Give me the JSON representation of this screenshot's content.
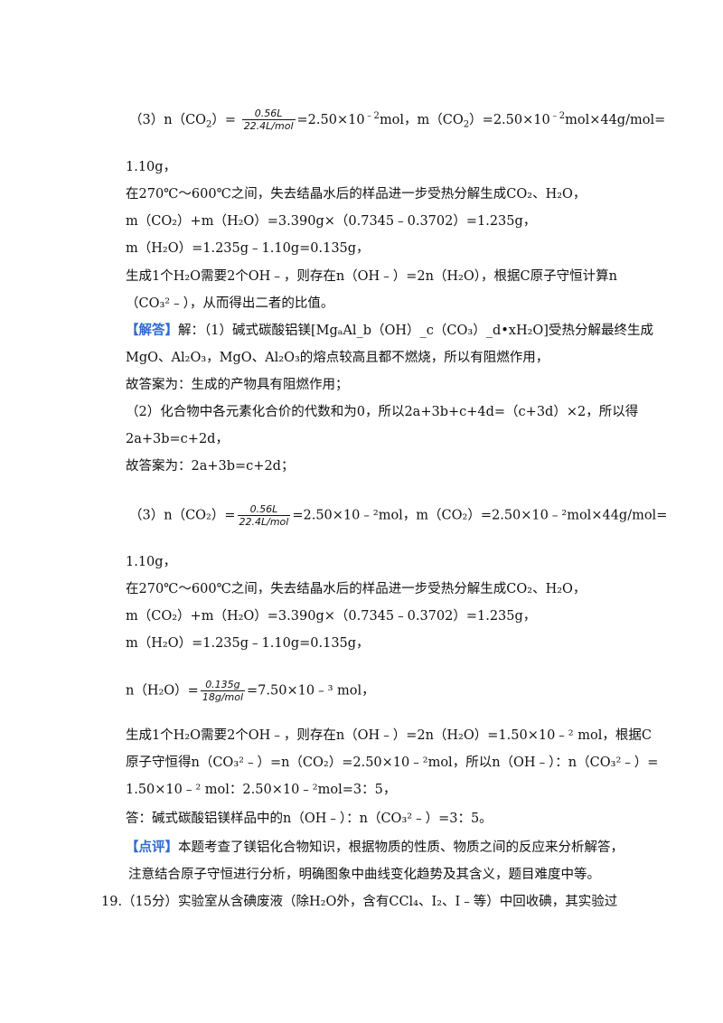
{
  "block1": {
    "l1_pre": "（3）n（CO",
    "l1_mid": "）=",
    "frac_num": "0.56L",
    "frac_den": "22.4L/mol",
    "l1_post": "=2.50×10",
    "l1_exp": "﹣2",
    "l1_tail": "mol，m（CO",
    "l1_tail2": "）=2.50×10",
    "l1_exp2": "﹣2",
    "l1_end": "mol×44g/mol=",
    "l2": "1.10g，",
    "l3": "在270℃～600℃之间，失去结晶水后的样品进一步受热分解生成CO₂、H₂O，",
    "l4": "m（CO₂）+m（H₂O）=3.390g×（0.7345﹣0.3702）=1.235g，",
    "l5": "m（H₂O）=1.235g﹣1.10g=0.135g，",
    "l6": "生成1个H₂O需要2个OH﹣，则存在n（OH﹣）=2n（H₂O），根据C原子守恒计算n",
    "l7": "（CO₃²﹣），从而得出二者的比值。"
  },
  "answer": {
    "tag": "【解答】",
    "l1": "解：（1）碱式碳酸铝镁[MgₐAl_b（OH）_c（CO₃）_d•xH₂O]受热分解最终生成",
    "l2": "MgO、Al₂O₃，MgO、Al₂O₃的熔点较高且都不燃烧，所以有阻燃作用，",
    "l3": "故答案为：生成的产物具有阻燃作用；",
    "l4": "（2）化合物中各元素化合价的代数和为0，所以2a+3b+c+4d=（c+3d）×2，所以得",
    "l5": "2a+3b=c+2d，",
    "l6": "故答案为：2a+3b=c+2d；",
    "l7_pre": "（3）n（CO₂）=",
    "frac_num": "0.56L",
    "frac_den": "22.4L/mol",
    "l7_post": "=2.50×10﹣²mol，m（CO₂）=2.50×10﹣²mol×44g/mol=",
    "l8": "1.10g，",
    "l9": "在270℃～600℃之间，失去结晶水后的样品进一步受热分解生成CO₂、H₂O，",
    "l10": "m（CO₂）+m（H₂O）=3.390g×（0.7345﹣0.3702）=1.235g，",
    "l11": "m（H₂O）=1.235g﹣1.10g=0.135g，",
    "l12_pre": "n（H₂O）=",
    "frac2_num": "0.135g",
    "frac2_den": "18g/mol",
    "l12_post": "=7.50×10﹣³ mol，",
    "l13": "生成1个H₂O需要2个OH﹣，则存在n（OH﹣）=2n（H₂O）=1.50×10﹣² mol，根据C",
    "l14": "原子守恒得n（CO₃²﹣）=n（CO₂）=2.50×10﹣²mol，所以n（OH﹣）：n（CO₃²﹣）=",
    "l15": "1.50×10﹣² mol：2.50×10﹣²mol=3：5，",
    "l16": "答：碱式碳酸铝镁样品中的n（OH﹣）：n（CO₃²﹣）=3：5。"
  },
  "review": {
    "tag": "【点评】",
    "l1": "本题考查了镁铝化合物知识，根据物质的性质、物质之间的反应来分析解答，",
    "l2": "注意结合原子守恒进行分析，明确图象中曲线变化趋势及其含义，题目难度中等。"
  },
  "q19": {
    "text": "19.（15分）实验室从含碘废液（除H₂O外，含有CCl₄、I₂、I﹣等）中回收碘，其实验过"
  },
  "colors": {
    "tag": "#2f6bd0"
  }
}
